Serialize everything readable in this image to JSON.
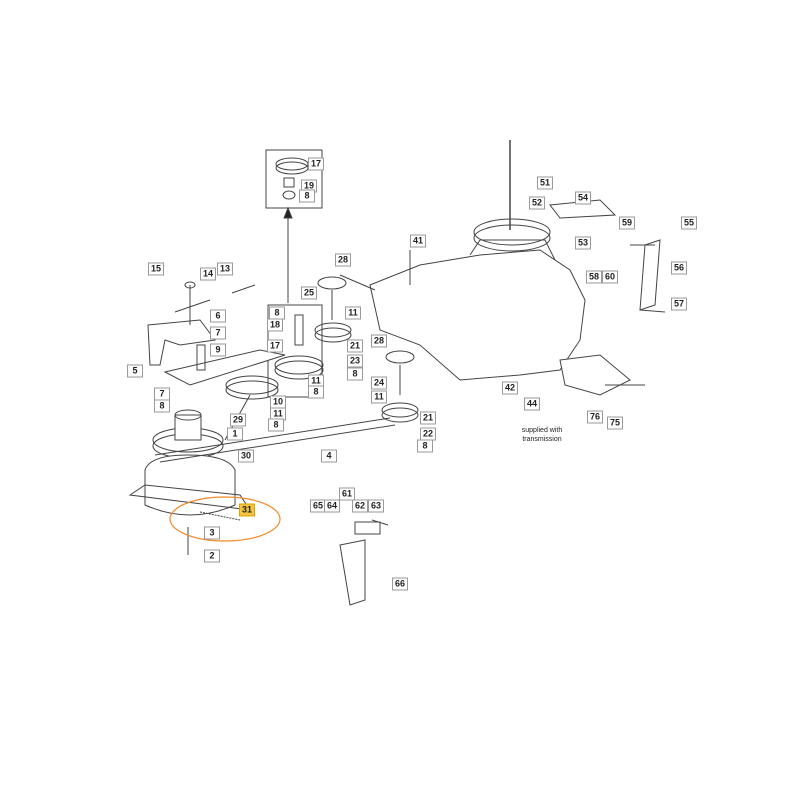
{
  "diagram": {
    "title": "Transmission drive parts diagram",
    "highlighted_part": "31",
    "highlight_color": "#f5c542",
    "circle_color": "#f08a2a",
    "note": "supplied with transmission",
    "labels": [
      "17",
      "19",
      "8",
      "15",
      "14",
      "13",
      "6",
      "7",
      "9",
      "5",
      "7",
      "8",
      "8",
      "18",
      "17",
      "11",
      "8",
      "10",
      "11",
      "8",
      "29",
      "1",
      "30",
      "4",
      "31",
      "3",
      "2",
      "28",
      "25",
      "11",
      "21",
      "23",
      "8",
      "41",
      "28",
      "24",
      "11",
      "21",
      "22",
      "8",
      "42",
      "44",
      "76",
      "75",
      "51",
      "54",
      "52",
      "53",
      "59",
      "55",
      "56",
      "58",
      "60",
      "57",
      "61",
      "65",
      "64",
      "62",
      "63",
      "66"
    ]
  }
}
